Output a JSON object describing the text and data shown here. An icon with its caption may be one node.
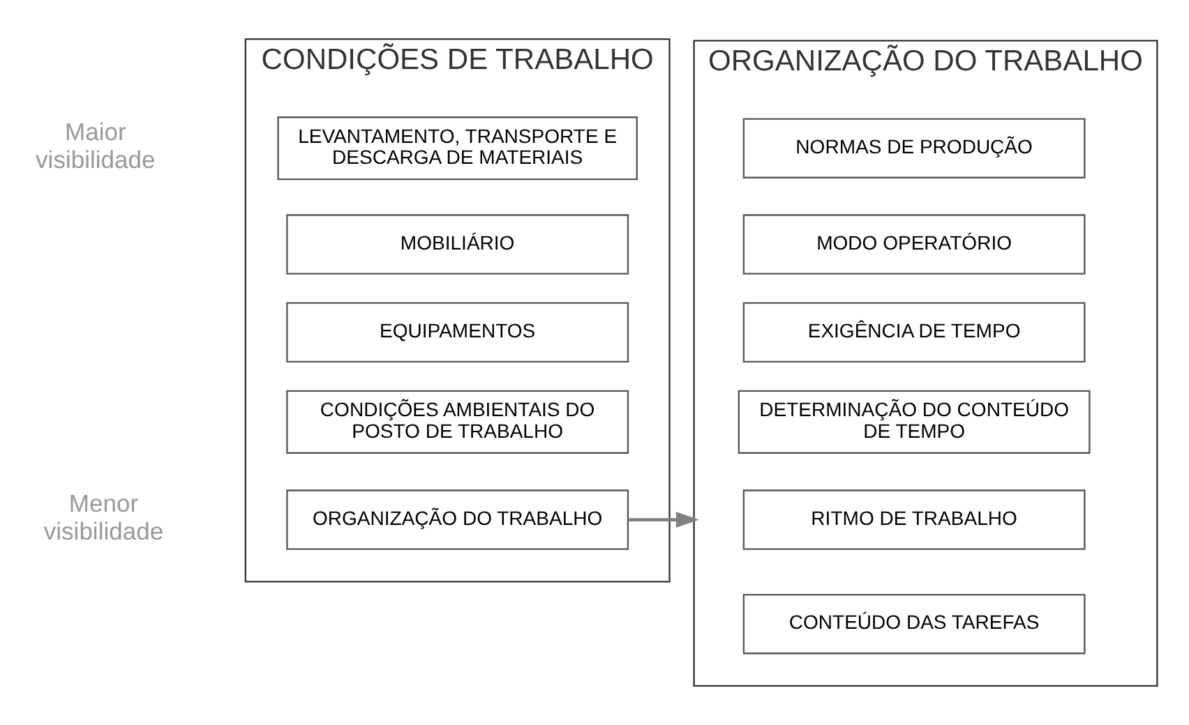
{
  "diagram": {
    "nodes": [
      {
        "text": [
          "CONDIÇÕES DE TRABALHO"
        ]
      },
      {
        "text": [
          "LEVANTAMENTO, TRANSPORTE E DESCARGA DE MATERIAIS"
        ],
        "in": 0
      },
      {
        "text": [
          "MOBILIÁRIO"
        ],
        "in": 0
      },
      {
        "text": [
          "EQUIPAMENTOS"
        ],
        "in": 0
      },
      {
        "text": [
          "CONDIÇÕES AMBIENTAIS DO POSTO DE TRABALHO"
        ],
        "in": 0
      },
      {
        "text": [
          "ORGANIZAÇÃO DO TRABALHO"
        ],
        "in": 0
      },
      {
        "text": [
          "ORGANIZAÇÃO DO TRABALHO"
        ]
      },
      {
        "text": [
          "NORMAS DE PRODUÇÃO"
        ],
        "in": 6
      },
      {
        "text": [
          "MODO OPERATÓRIO"
        ],
        "in": 6
      },
      {
        "text": [
          "EXIGÊNCIA DE TEMPO"
        ],
        "in": 6
      },
      {
        "text": [
          "DETERMINAÇÃO DO CONTEÚDO DE TEMPO"
        ],
        "in": 6
      },
      {
        "text": [
          "RITMO DE TRABALHO"
        ],
        "in": 6
      },
      {
        "text": [
          "CONTEÚDO DAS TAREFAS"
        ],
        "in": 6
      }
    ],
    "edges": [
      {
        "from": 5,
        "to": 6,
        "arrow": "to",
        "color": "#808080"
      }
    ],
    "labels": [
      "Maior visibilidade",
      "Menor visibilidade"
    ]
  }
}
